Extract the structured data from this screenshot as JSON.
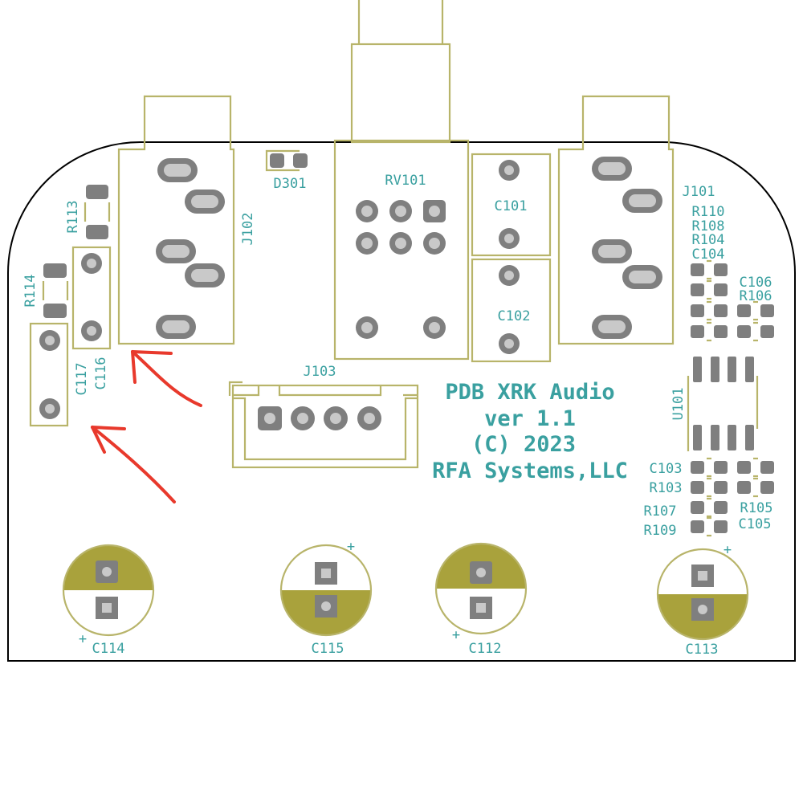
{
  "board_text": [
    "PDB XRK Audio",
    "ver 1.1",
    "(C) 2023",
    "RFA Systems,LLC"
  ],
  "refs": {
    "RV101": "RV101",
    "C101": "C101",
    "C102": "C102",
    "J102": "J102",
    "J101": "J101",
    "D301": "D301",
    "R113": "R113",
    "R114": "R114",
    "C116": "C116",
    "C117": "C117",
    "J103": "J103",
    "U101": "U101",
    "R110": "R110",
    "R108": "R108",
    "R104": "R104",
    "C104": "C104",
    "C106": "C106",
    "R106": "R106",
    "C103": "C103",
    "R103": "R103",
    "R107": "R107",
    "R109": "R109",
    "R105": "R105",
    "C105": "C105",
    "C114": "C114",
    "C115": "C115",
    "C112": "C112",
    "C113": "C113"
  },
  "polarity_mark": "+",
  "colors": {
    "silkscreen": "#b8b46a",
    "pad": "#7f7f7f",
    "reference_text": "#3aa0a0",
    "annotation": "#e8392c",
    "cap_fill": "#a9a23c"
  }
}
